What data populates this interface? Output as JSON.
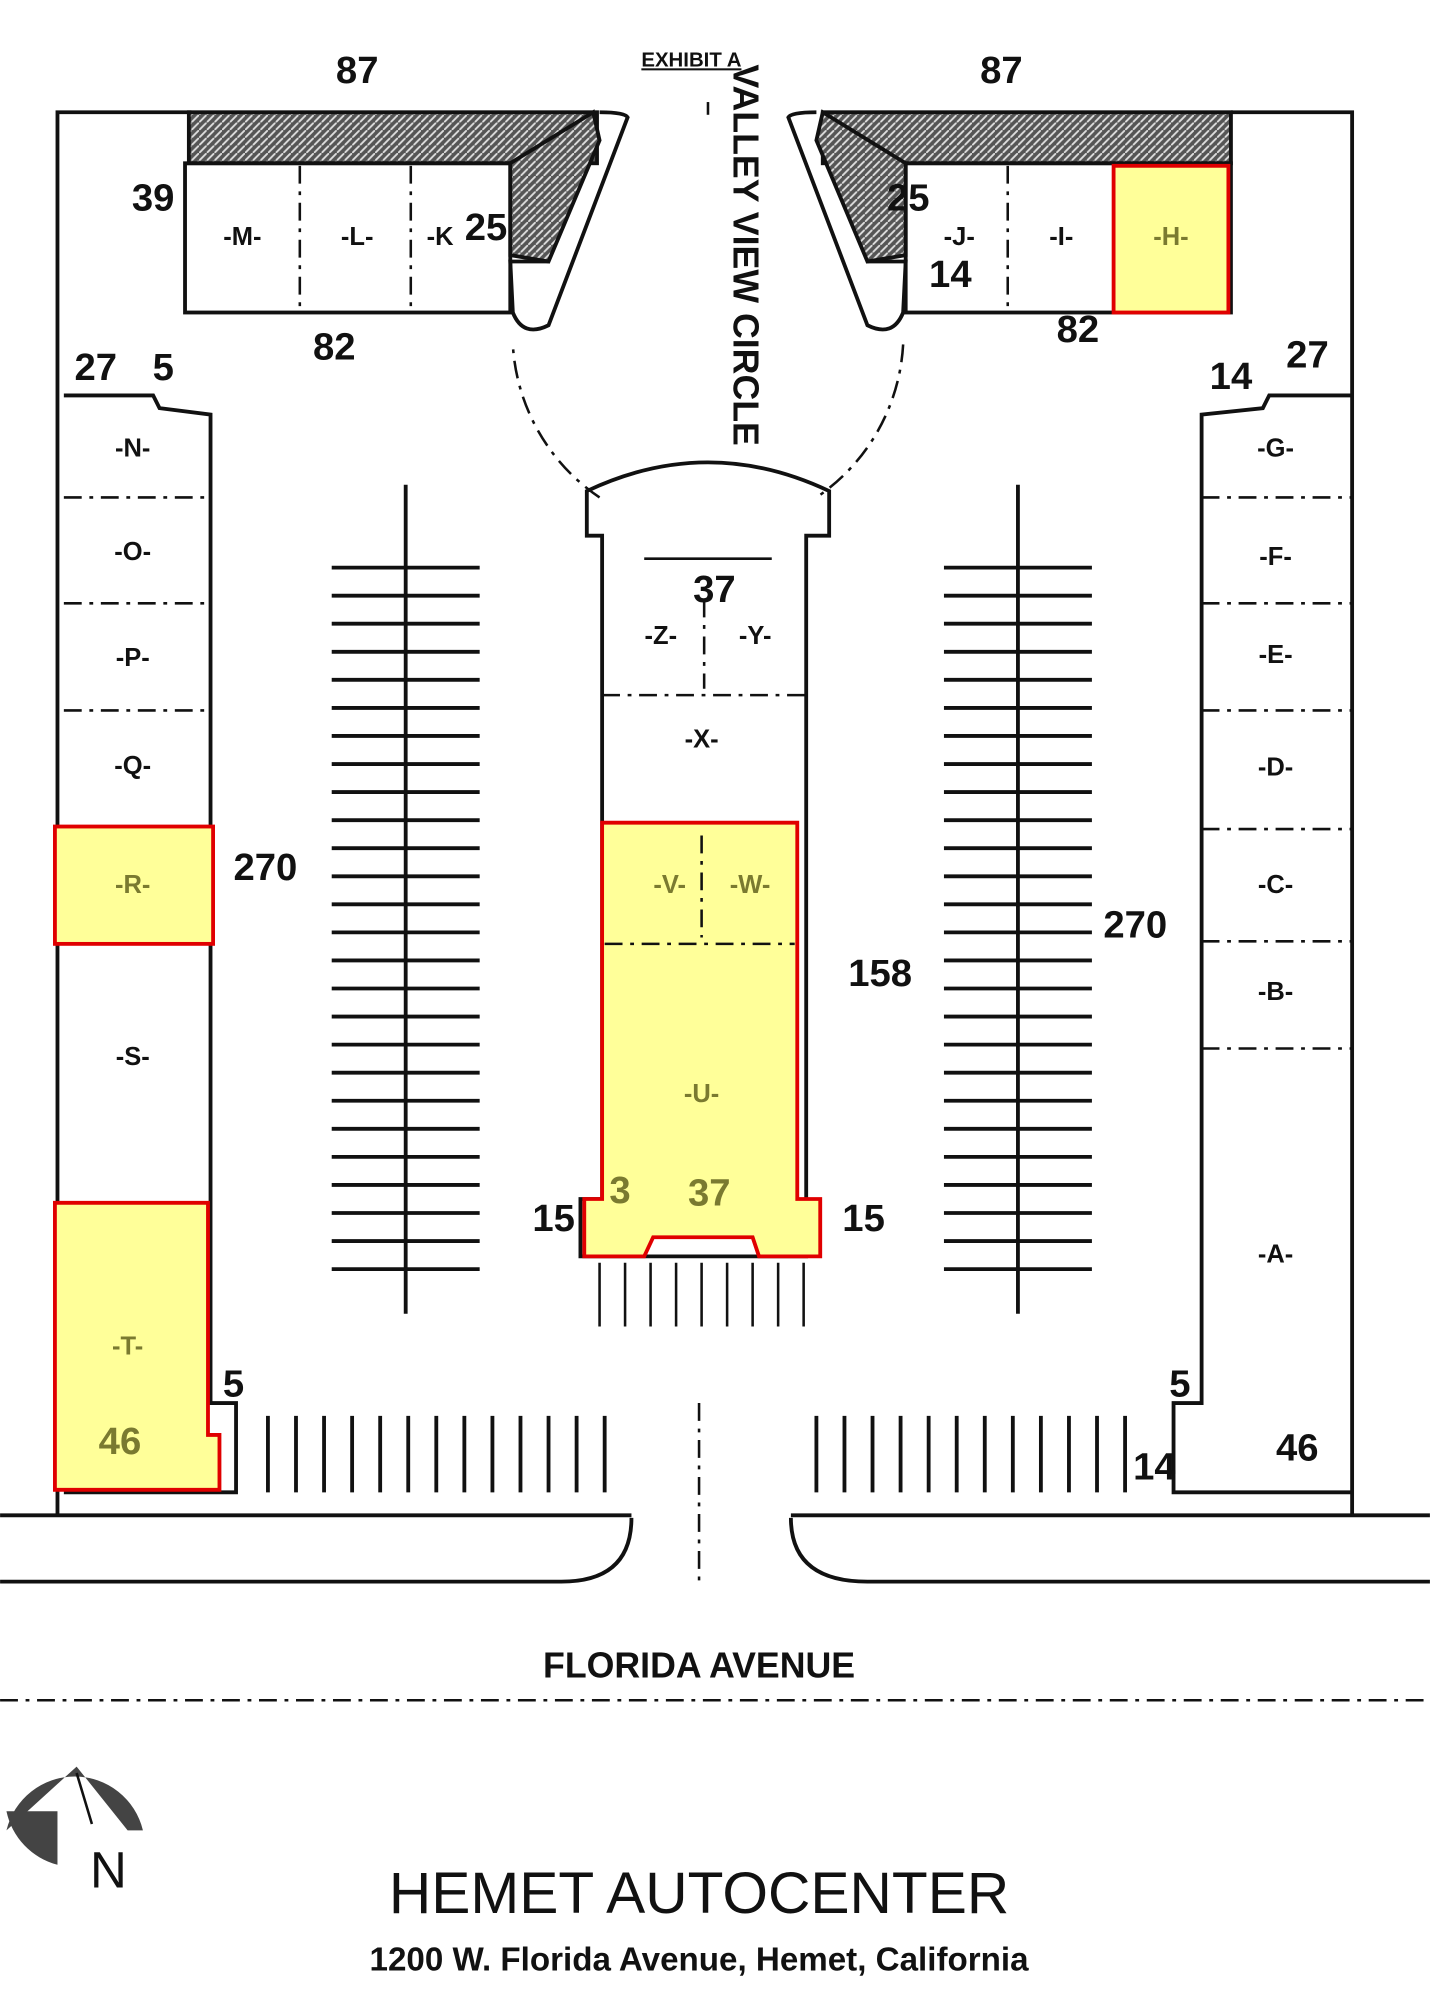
{
  "header": {
    "exhibit": "EXHIBIT A",
    "top_left_frontage": "87",
    "top_right_frontage": "87"
  },
  "street_circle": "VALLEY VIEW CIRCLE",
  "top_left_building": {
    "depth": "39",
    "width": "82",
    "offset": "25",
    "units": [
      "-M-",
      "-L-",
      "-K"
    ]
  },
  "top_right_building": {
    "offset": "25",
    "setback": "14",
    "width": "82",
    "units": [
      "-J-",
      "-I-",
      "-H-"
    ]
  },
  "left_building": {
    "top_dims": [
      "27",
      "5"
    ],
    "length": "270",
    "bottom_width": "46",
    "bottom_offset": "5",
    "units": [
      "-N-",
      "-O-",
      "-P-",
      "-Q-",
      "-R-",
      "-S-",
      "-T-"
    ]
  },
  "right_building": {
    "top_dims": [
      "14",
      "27"
    ],
    "length": "270",
    "bottom_width": "46",
    "bottom_dims": [
      "5",
      "14"
    ],
    "units": [
      "-G-",
      "-F-",
      "-E-",
      "-D-",
      "-C-",
      "-B-",
      "-A-"
    ]
  },
  "center_building": {
    "top_width": "37",
    "length": "158",
    "bottom_width": "37",
    "left_notch": "15",
    "right_notch": "15",
    "notch_fragment": "3",
    "units": [
      "-Z-",
      "-Y-",
      "-X-",
      "-V-",
      "-W-",
      "-U-"
    ]
  },
  "highlighted_units": [
    "H",
    "R",
    "T",
    "V",
    "W",
    "U"
  ],
  "highlight_colors": {
    "fill": "#ffff99",
    "border": "#e00000"
  },
  "road": {
    "name": "FLORIDA AVENUE"
  },
  "compass": {
    "label": "N"
  },
  "footer": {
    "title": "HEMET AUTOCENTER",
    "address": "1200 W. Florida Avenue, Hemet, California"
  }
}
